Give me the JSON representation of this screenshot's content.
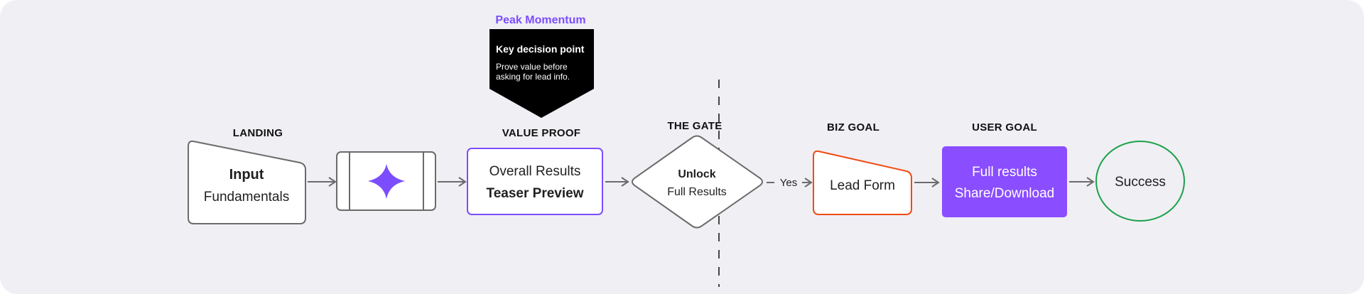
{
  "callout": {
    "heading": "Peak Momentum",
    "title": "Key decision point",
    "body_line1": "Prove value before",
    "body_line2": "asking for lead info."
  },
  "stages": {
    "landing": "LANDING",
    "value_proof": "VALUE PROOF",
    "gate": "THE GATE",
    "biz_goal": "BIZ GOAL",
    "user_goal": "USER GOAL"
  },
  "nodes": {
    "input": {
      "title": "Input",
      "subtitle": "Fundamentals"
    },
    "process": {
      "icon": "sparkle-icon"
    },
    "teaser": {
      "line1": "Overall Results",
      "line2": "Teaser Preview"
    },
    "gate": {
      "title": "Unlock",
      "subtitle": "Full Results"
    },
    "lead_form": {
      "label": "Lead Form"
    },
    "full_results": {
      "line1": "Full results",
      "line2": "Share/Download"
    },
    "success": {
      "label": "Success"
    }
  },
  "edges": {
    "yes_label": "Yes"
  },
  "colors": {
    "accent_purple": "#7c4dff",
    "lead_orange": "#f04a12",
    "success_green": "#1aa14a",
    "stroke_gray": "#6b6b6b",
    "background": "#f0eff4"
  }
}
